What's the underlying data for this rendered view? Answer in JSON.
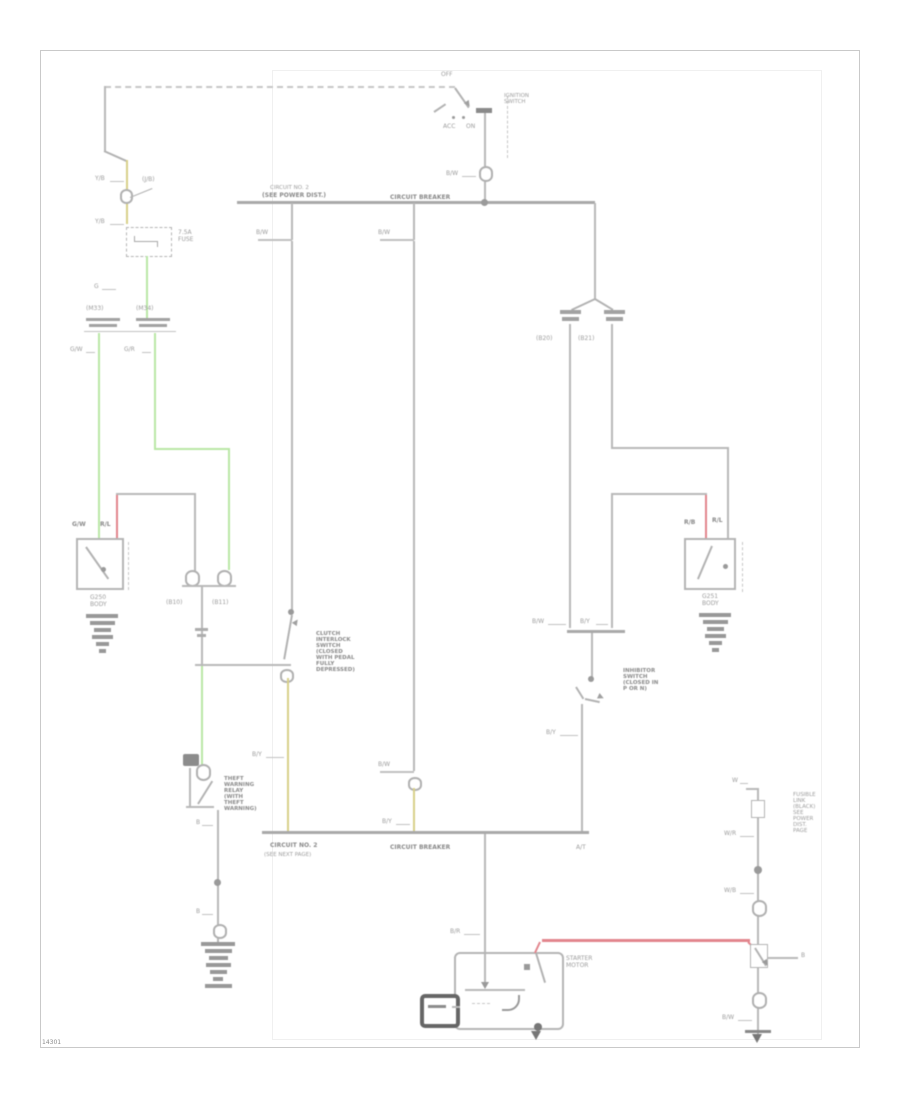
{
  "page": {
    "number": "14301"
  },
  "colors": {
    "wire_gray": "#b8b8b8",
    "wire_green": "#b9e7a6",
    "wire_yellow": "#d8d08a",
    "wire_red": "#e2858d",
    "bus_gray": "#a9a9a9",
    "text_gray": "#9c9c9c"
  },
  "labels": {
    "yb1": "Y/B",
    "jb_callout": "(J/B)",
    "yb2": "Y/B",
    "fuse": "7.5A\nFUSE",
    "g1": "G",
    "m33": "(M33)",
    "m34": "(M34)",
    "gw1": "G/W",
    "gr1": "G/R",
    "lt1": "G/W",
    "lt2": "R/L",
    "lgnd": "G250\nBODY",
    "b10": "(B10)",
    "b11": "(B11)",
    "bw_tick1": "B/W",
    "bw_tick2": "B/W",
    "bw_tick3": "B/W",
    "by1": "B/Y",
    "by2": "B/Y",
    "by3": "B/Y",
    "relay6": "THEFT\nWARNING\nRELAY\n(WITH\nTHEFT\nWARNING)",
    "b_sm1": "B",
    "b_sm2": "B",
    "clutch": "CLUTCH\nINTERLOCK\nSWITCH\n(CLOSED\nWITH PEDAL\nFULLY\nDEPRESSED)",
    "inhibitor": "INHIBITOR\nSWITCH\n(CLOSED IN\nP OR N)",
    "ign_off": "OFF",
    "ign_acc": "ACC",
    "ign_on": "ON",
    "ign_box": "IGNITION\nSWITCH",
    "ign_bw": "B/W",
    "bus_top_a1": "CIRCUIT NO. 2",
    "bus_top_a2": "(SEE POWER DIST.)",
    "bus_top_b": "CIRCUIT BREAKER",
    "b20": "(B20)",
    "b21": "(B21)",
    "pair_l": "B/W",
    "pair_r": "B/Y",
    "rt1": "R/B",
    "rt2": "R/L",
    "rgnd": "G251\nBODY",
    "bus_bot_a1": "CIRCUIT NO. 2",
    "bus_bot_a2": "(SEE NEXT PAGE)",
    "bus_bot_b": "CIRCUIT BREAKER",
    "bus_bot_at": "A/T",
    "br1": "B/R",
    "starter": "STARTER\nMOTOR",
    "batt_b": "B",
    "rc_w": "W",
    "fusible": "FUSIBLE\nLINK\n(BLACK)\nSEE\nPOWER\nDIST.\nPAGE",
    "rc_wr": "W/R",
    "rc_wb": "W/B",
    "rc_bw": "B/W"
  }
}
